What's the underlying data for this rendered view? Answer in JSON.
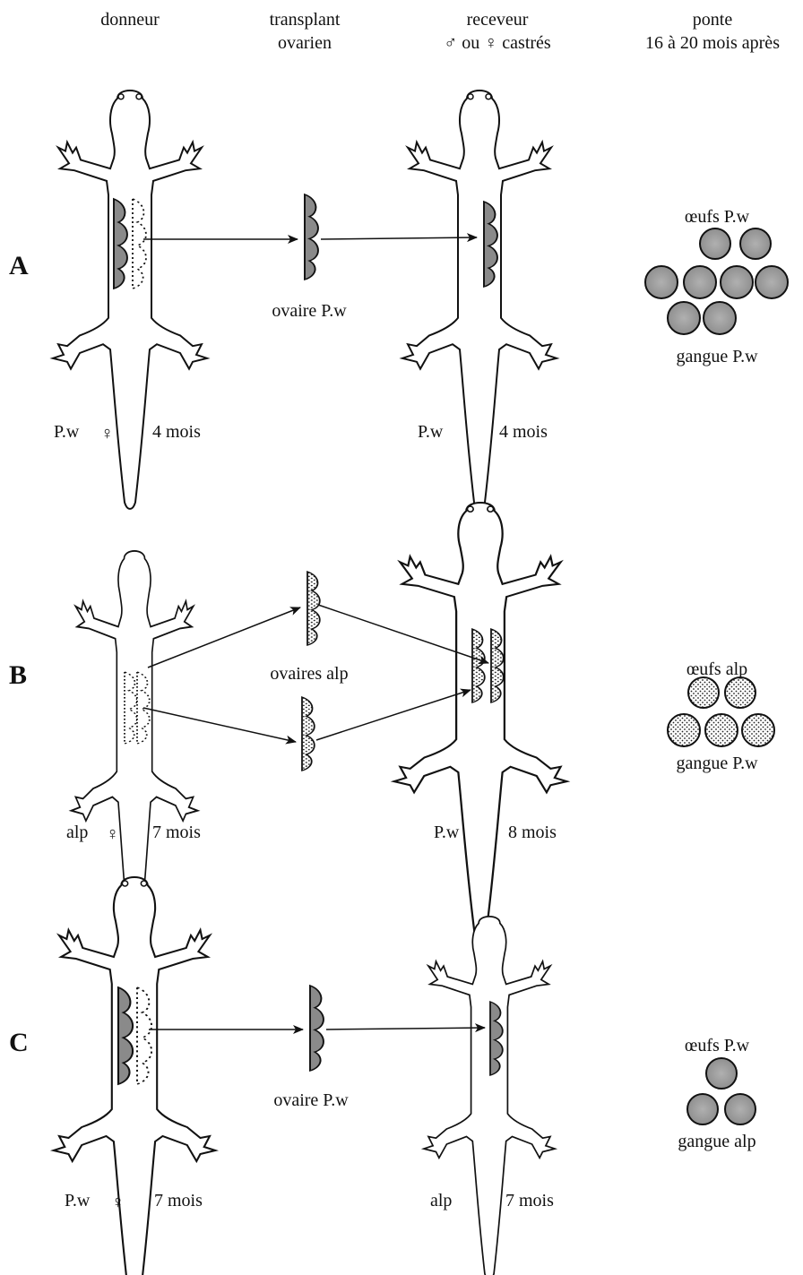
{
  "header": {
    "col1": "donneur",
    "col2_line1": "transplant",
    "col2_line2": "ovarien",
    "col3_line1": "receveur",
    "col3_line2": "♂ ou ♀ castrés",
    "col4_line1": "ponte",
    "col4_line2": "16 à 20 mois après"
  },
  "rows": [
    {
      "letter": "A",
      "donor_species": "P.w",
      "donor_sex": "♀",
      "donor_age": "4 mois",
      "transplant_label": "ovaire P.w",
      "recipient_species": "P.w",
      "recipient_age": "4 mois",
      "eggs_label": "œufs P.w",
      "jelly_label": "gangue P.w"
    },
    {
      "letter": "B",
      "donor_species": "alp",
      "donor_sex": "♀",
      "donor_age": "7 mois",
      "transplant_label": "ovaires alp",
      "recipient_species": "P.w",
      "recipient_age": "8 mois",
      "eggs_label": "œufs alp",
      "jelly_label": "gangue P.w"
    },
    {
      "letter": "C",
      "donor_species": "P.w",
      "donor_sex": "♀",
      "donor_age": "7 mois",
      "transplant_label": "ovaire P.w",
      "recipient_species": "alp",
      "recipient_age": "7 mois",
      "eggs_label": "œufs P.w",
      "jelly_label": "gangue alp"
    }
  ],
  "colors": {
    "ink": "#111111",
    "ovary_fill": "#8a8a8a",
    "egg_fill": "#9c9c9c"
  }
}
